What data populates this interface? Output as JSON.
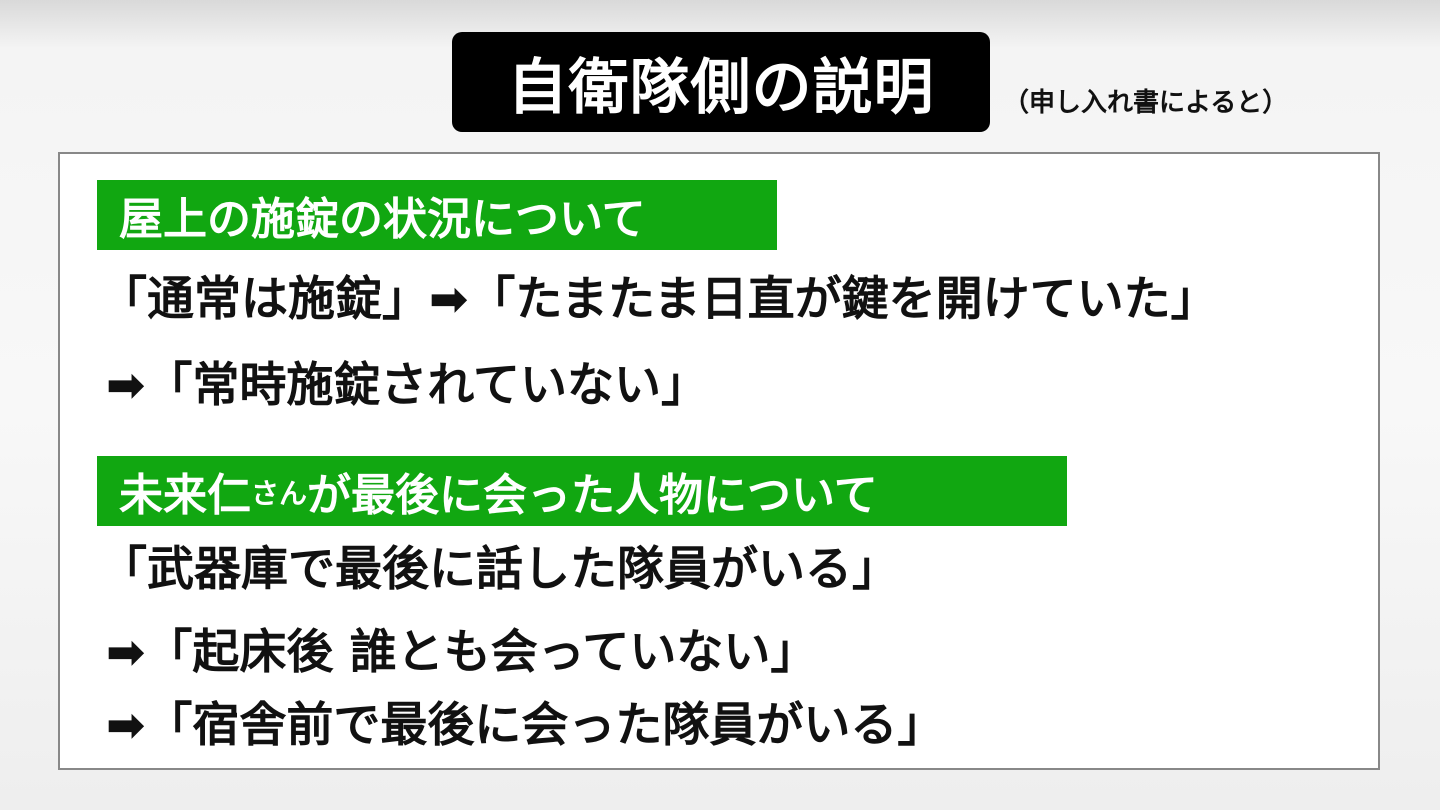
{
  "header": {
    "title": "自衛隊側の説明",
    "subtitle": "（申し入れ書によると）"
  },
  "sections": [
    {
      "label": "屋上の施錠の状況について",
      "lines": [
        {
          "arrow": "",
          "text": "「通常は施錠」"
        },
        {
          "arrow": "➡",
          "text": "「たまたま日直が鍵を開けていた」"
        },
        {
          "arrow": "➡",
          "text": "「常時施錠されていない」"
        }
      ]
    },
    {
      "label_main": "未来仁",
      "label_small": "さん",
      "label_rest": "が最後に会った人物について",
      "lines": [
        {
          "arrow": "",
          "text": "「武器庫で最後に話した隊員がいる」"
        },
        {
          "arrow": "➡",
          "text": "「起床後 誰とも会っていない」"
        },
        {
          "arrow": "➡",
          "text": "「宿舎前で最後に会った隊員がいる」"
        }
      ]
    }
  ],
  "colors": {
    "label_bg": "#11a711",
    "title_bg": "#000000"
  },
  "icons": {
    "arrow": "right-arrow-icon"
  }
}
